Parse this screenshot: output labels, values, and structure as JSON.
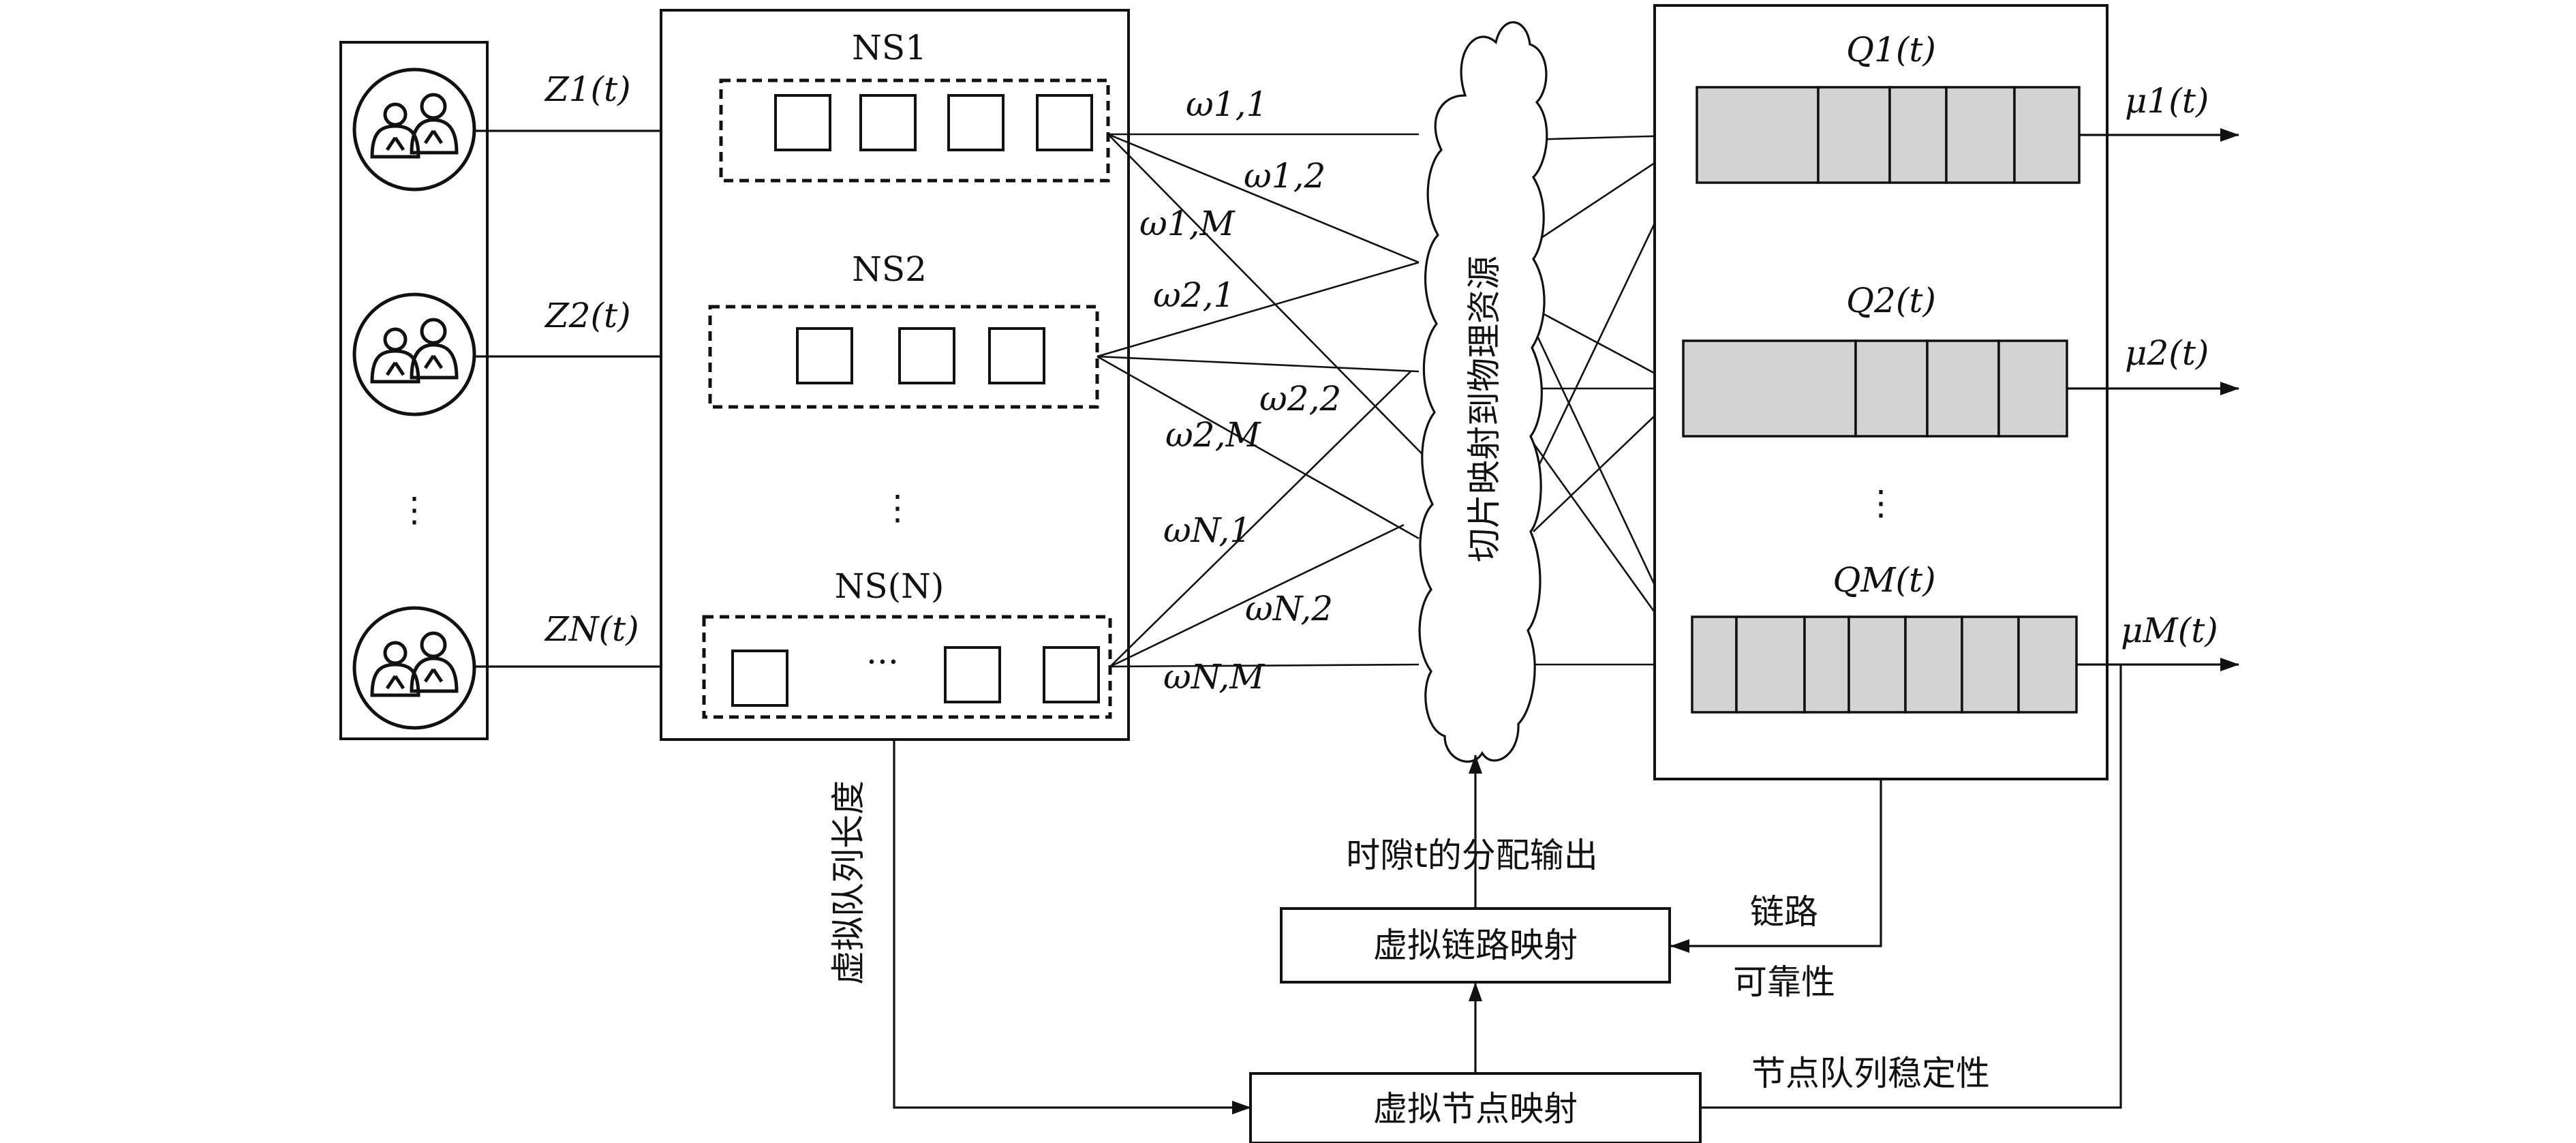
{
  "users": {
    "labels": [
      "Z1(t)",
      "Z2(t)",
      "ZN(t)"
    ],
    "ellipsis": "⋮"
  },
  "slices": {
    "titles": [
      "NS1",
      "NS2",
      "NS(N)"
    ],
    "ellipsis_mid": "⋮",
    "ellipsis_row": "···"
  },
  "weights": [
    "ω1,1",
    "ω1,2",
    "ω1,M",
    "ω2,1",
    "ω2,2",
    "ω2,M",
    "ωN,1",
    "ωN,2",
    "ωN,M"
  ],
  "cloud": {
    "label": "切片映射到物理资源"
  },
  "queues": {
    "labels": [
      "Q1(t)",
      "Q2(t)",
      "QM(t)"
    ],
    "rates": [
      "μ1(t)",
      "μ2(t)",
      "μM(t)"
    ],
    "ellipsis": "⋮"
  },
  "bottom": {
    "virtual_queue_length": "虚拟队列长度",
    "slot_output": "时隙t的分配输出",
    "link_mapping": "虚拟链路映射",
    "node_mapping": "虚拟节点映射",
    "link_reliability_1": "链路",
    "link_reliability_2": "可靠性",
    "node_stability": "节点队列稳定性"
  }
}
